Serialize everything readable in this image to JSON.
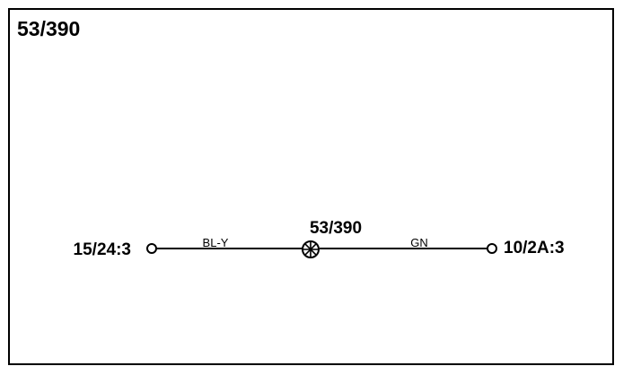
{
  "diagram": {
    "title": "53/390",
    "left_terminal": {
      "label": "15/24:3"
    },
    "right_terminal": {
      "label": "10/2A:3"
    },
    "splice": {
      "label": "53/390",
      "icon": "splice-icon"
    },
    "wires": [
      {
        "color_code": "BL-Y"
      },
      {
        "color_code": "GN"
      }
    ]
  }
}
